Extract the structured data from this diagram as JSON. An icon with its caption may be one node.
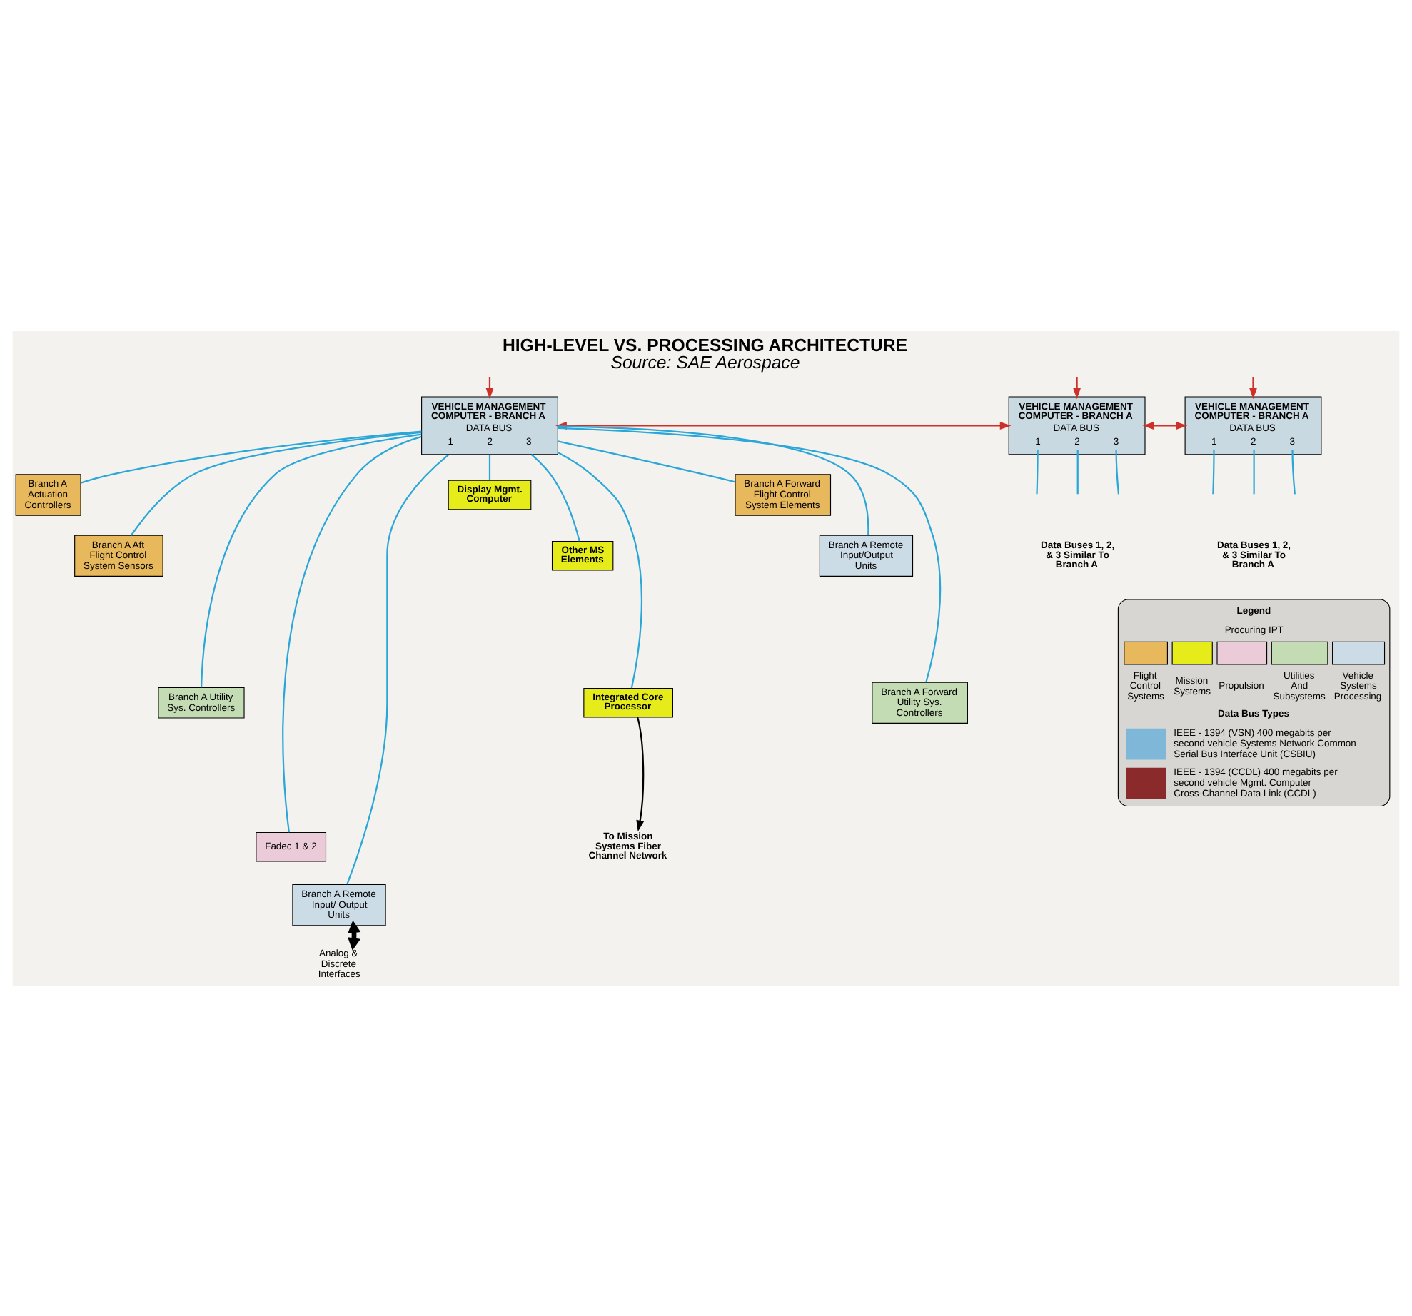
{
  "diagram": {
    "title": "HIGH-LEVEL VS. PROCESSING ARCHITECTURE",
    "caption": "Source: SAE Aerospace",
    "nodes": [
      {
        "text": [
          "VEHICLE MANAGEMENT COMPUTER - BRANCH A",
          "DATA BUS",
          "1 2 3"
        ]
      },
      {
        "text": [
          "VEHICLE MANAGEMENT COMPUTER - BRANCH A",
          "DATA BUS",
          "1 2 3"
        ]
      },
      {
        "text": [
          "VEHICLE MANAGEMENT COMPUTER - BRANCH A",
          "DATA BUS",
          "1 2 3"
        ]
      },
      {
        "text": [
          "Branch A Actuation Controllers"
        ]
      },
      {
        "text": [
          "Branch A Aft Flight Control System Sensors"
        ]
      },
      {
        "text": [
          "Branch A Utility Sys. Controllers"
        ]
      },
      {
        "text": [
          "Fadec 1 & 2"
        ]
      },
      {
        "text": [
          "Branch A Remote Input/ Output Units"
        ]
      },
      {
        "text": [
          "Display Mgmt. Computer"
        ]
      },
      {
        "text": [
          "Other MS Elements"
        ]
      },
      {
        "text": [
          "Integrated Core Processor"
        ]
      },
      {
        "text": [
          "To Mission Systems Fiber Channel Network"
        ]
      },
      {
        "text": [
          "Branch A Forward Flight Control System Elements"
        ]
      },
      {
        "text": [
          "Branch A Remote Input/Output Units"
        ]
      },
      {
        "text": [
          "Branch A Forward Utility Sys. Controllers"
        ]
      },
      {
        "text": [
          "Analog & Discrete Interfaces"
        ]
      },
      {
        "text": [
          "Data Buses 1, 2, & 3 Similar To Branch A"
        ]
      },
      {
        "text": [
          "Data Buses 1, 2, & 3 Similar To Branch A"
        ]
      }
    ],
    "edges": [
      {
        "from": 1,
        "to": null,
        "arrow": "none"
      },
      {
        "from": 1,
        "to": null,
        "arrow": "none"
      },
      {
        "from": 1,
        "to": null,
        "arrow": "none"
      },
      {
        "from": 2,
        "to": null,
        "arrow": "none"
      },
      {
        "from": 2,
        "to": null,
        "arrow": "none"
      },
      {
        "from": 2,
        "to": null,
        "arrow": "none"
      },
      {
        "from": null,
        "to": 0,
        "arrow": "to",
        "color": "#d0302a"
      },
      {
        "from": null,
        "to": 1,
        "arrow": "to",
        "color": "#d0302a"
      },
      {
        "from": null,
        "to": 2,
        "arrow": "to",
        "color": "#d0302a"
      },
      {
        "from": 0,
        "to": 1,
        "arrow": "both",
        "color": "#d0302a"
      },
      {
        "from": 1,
        "to": 2,
        "arrow": "both",
        "color": "#d0302a"
      },
      {
        "from": 0,
        "to": 3,
        "arrow": "none"
      },
      {
        "from": 0,
        "to": 4,
        "arrow": "none"
      },
      {
        "from": 0,
        "to": 5,
        "arrow": "none"
      },
      {
        "from": 0,
        "to": 6,
        "arrow": "none"
      },
      {
        "from": 0,
        "to": 7,
        "arrow": "none"
      },
      {
        "from": 0,
        "to": 8,
        "arrow": "none"
      },
      {
        "from": 0,
        "to": 9,
        "arrow": "none"
      },
      {
        "from": 0,
        "to": 10,
        "arrow": "none"
      },
      {
        "from": 0,
        "to": 12,
        "arrow": "none"
      },
      {
        "from": 0,
        "to": 13,
        "arrow": "none"
      },
      {
        "from": 0,
        "to": 14,
        "arrow": "none"
      },
      {
        "from": 10,
        "to": 11,
        "arrow": "to",
        "color": "#000000"
      },
      {
        "from": 7,
        "to": 15,
        "arrow": "both",
        "style": "thick",
        "color": "#000000"
      }
    ],
    "labels": [
      "Legend",
      "Procuring IPT",
      "Data Bus Types"
    ],
    "legend": [
      {
        "text": "Flight Control Systems",
        "color": "#e8b85c"
      },
      {
        "text": "Mission Systems",
        "color": "#e6ec1a"
      },
      {
        "text": "Propulsion",
        "color": "#eccbd8"
      },
      {
        "text": "Utilities And Subsystems",
        "color": "#c4dcb4"
      },
      {
        "text": "Vehicle Systems Processing",
        "color": "#ccdce6"
      },
      {
        "text": "IEEE - 1394 (VSN) 400 megabits per second vehicle Systems Network Common Serial Bus Interface Unit (CSBIU)"
      },
      {
        "text": "IEEE - 1394 (CCDL) 400 megabits per second vehicle Mgmt. Computer Cross-Channel Data Link (CCDL)"
      }
    ]
  }
}
